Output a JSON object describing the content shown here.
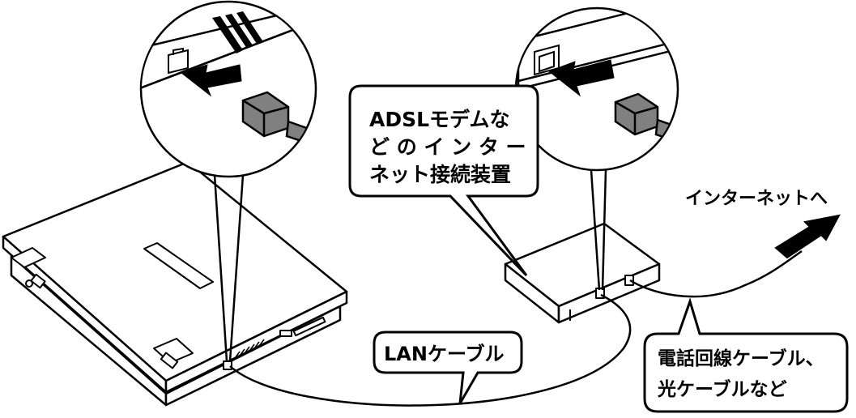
{
  "callouts": {
    "device": {
      "line1": "ADSLモデムな",
      "line2": "ど の イ ン タ ー",
      "line3": "ネット接続装置"
    },
    "lan_cable": {
      "label": "LANケーブル"
    },
    "line_cable": {
      "line1": "電話回線ケーブル、",
      "line2": "光ケーブルなど"
    }
  },
  "labels": {
    "internet": "インターネットへ"
  },
  "colors": {
    "ink": "#000000",
    "plug": "#808080",
    "background": "#ffffff"
  }
}
